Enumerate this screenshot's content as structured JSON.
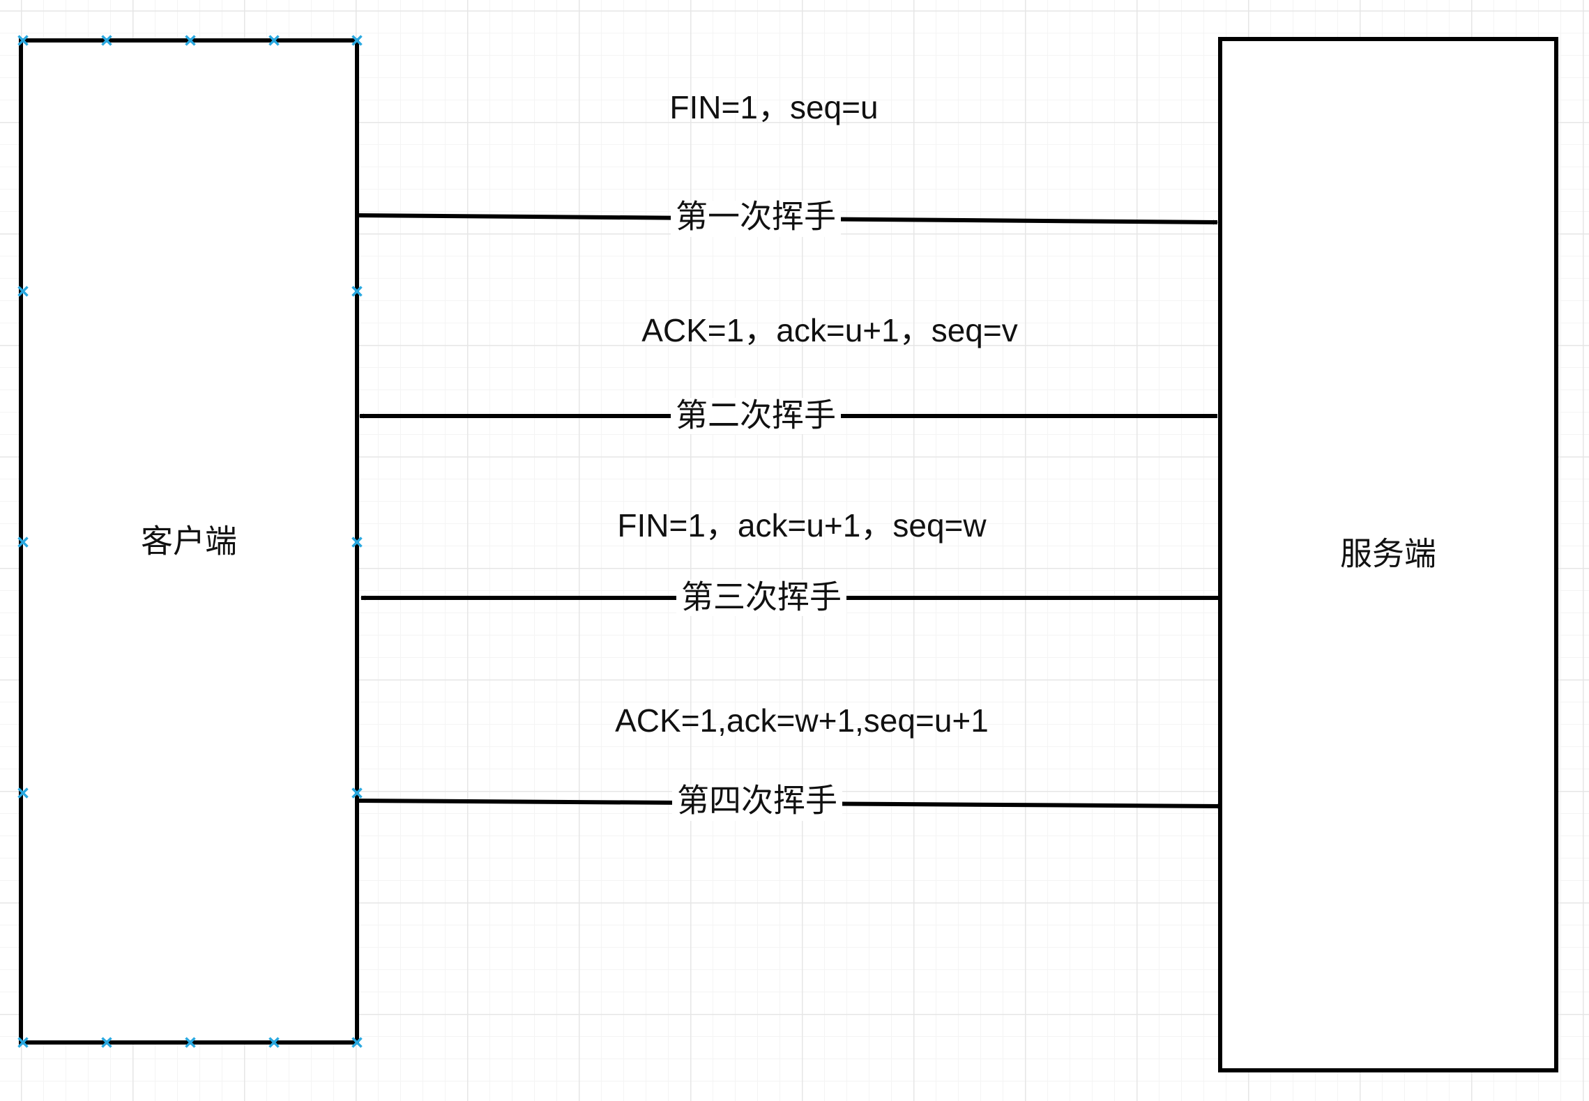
{
  "nodes": {
    "client": {
      "label": "客户端"
    },
    "server": {
      "label": "服务端"
    }
  },
  "messages": [
    {
      "message": "FIN=1，seq=u",
      "step": "第一次挥手",
      "direction": "client-to-server"
    },
    {
      "message": "ACK=1，ack=u+1，seq=v",
      "step": "第二次挥手",
      "direction": "server-to-client"
    },
    {
      "message": "FIN=1，ack=u+1，seq=w",
      "step": "第三次挥手",
      "direction": "server-to-client"
    },
    {
      "message": "ACK=1,ack=w+1,seq=u+1",
      "step": "第四次挥手",
      "direction": "client-to-server"
    }
  ],
  "colors": {
    "line": "#000000",
    "selection_handle": "#29a8e0",
    "grid": "#e6e6e6"
  }
}
